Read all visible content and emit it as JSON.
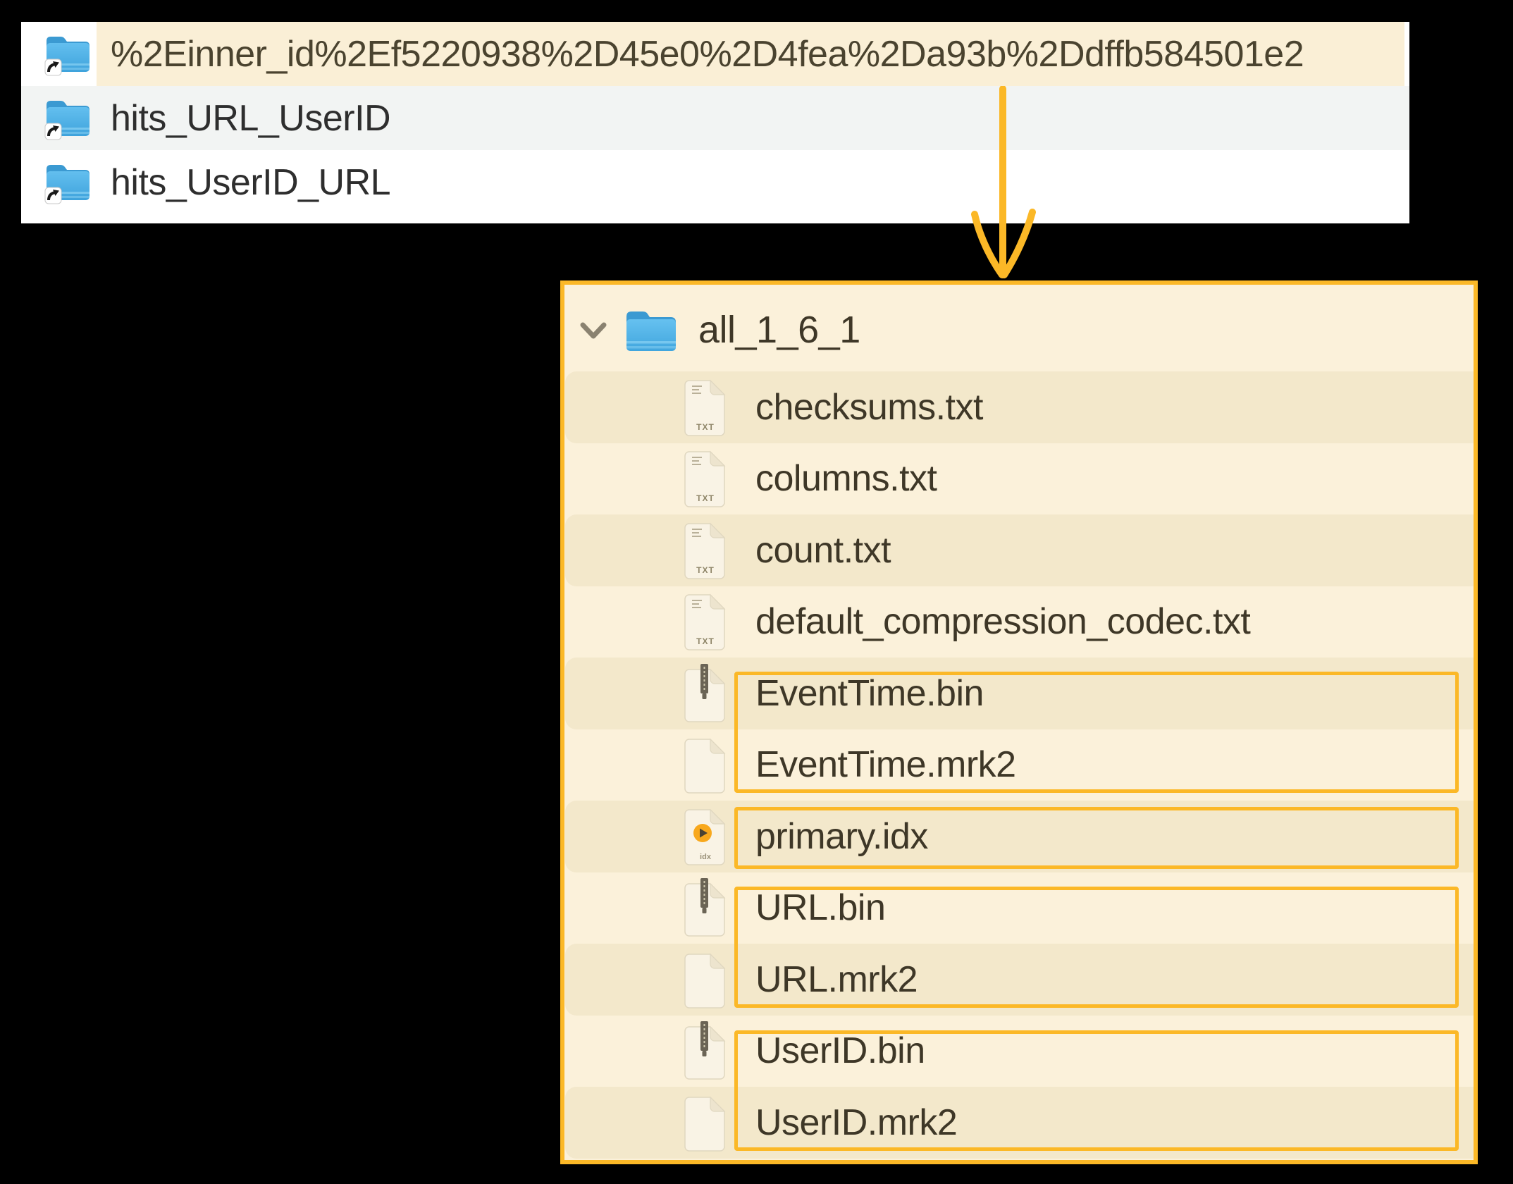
{
  "top_panel": {
    "rows": [
      {
        "name": "%2Einner_id%2Ef5220938%2D45e0%2D4fea%2Da93b%2Ddffb584501e2",
        "highlighted": true
      },
      {
        "name": "hits_URL_UserID",
        "highlighted": false
      },
      {
        "name": "hits_UserID_URL",
        "highlighted": false
      }
    ]
  },
  "tree_panel": {
    "root_label": "all_1_6_1",
    "rows": [
      {
        "label": "checksums.txt",
        "icon": "txt-file-icon"
      },
      {
        "label": "columns.txt",
        "icon": "txt-file-icon"
      },
      {
        "label": "count.txt",
        "icon": "txt-file-icon"
      },
      {
        "label": "default_compression_codec.txt",
        "icon": "txt-file-icon"
      },
      {
        "label": "EventTime.bin",
        "icon": "bin-file-icon"
      },
      {
        "label": "EventTime.mrk2",
        "icon": "mrk2-file-icon"
      },
      {
        "label": "primary.idx",
        "icon": "idx-file-icon"
      },
      {
        "label": "URL.bin",
        "icon": "bin-file-icon"
      },
      {
        "label": "URL.mrk2",
        "icon": "mrk2-file-icon"
      },
      {
        "label": "UserID.bin",
        "icon": "bin-file-icon"
      },
      {
        "label": "UserID.mrk2",
        "icon": "mrk2-file-icon"
      }
    ]
  },
  "icons": {
    "folder-alias-icon": "blue folder with shortcut arrow badge",
    "chevron-down-icon": "disclosure chevron pointing down",
    "folder-icon": "blue folder",
    "txt-file-icon": "document with TXT label",
    "bin-file-icon": "document with zipper strip",
    "mrk2-file-icon": "blank document",
    "idx-file-icon": "document with orange media badge and idx label",
    "down-arrow-annotation": "hand-drawn orange arrow pointing down"
  },
  "colors": {
    "accent_orange": "#FBB827",
    "panel_cream": "#FBF1DA",
    "row_stripe": "#F3E8CB",
    "selected_row_cream": "#FAEFD6",
    "alt_row_gray": "#F2F4F3",
    "folder_blue": "#4FB0E5",
    "text_dark": "#3E3727",
    "background": "#000000"
  }
}
